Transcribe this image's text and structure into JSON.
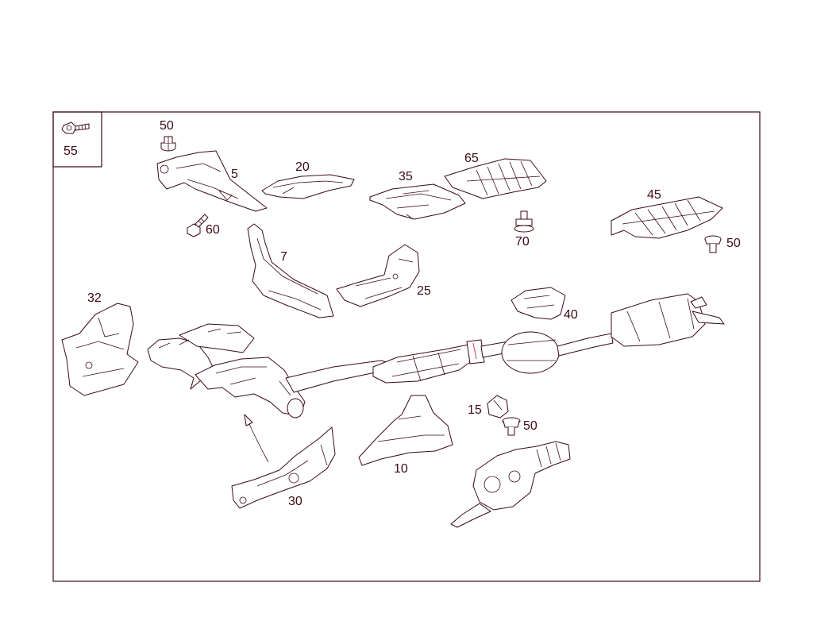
{
  "colors": {
    "line": "#3a0a12",
    "accent": "#c0102a",
    "background": "#ffffff"
  },
  "callouts": {
    "c55": "55",
    "c50a": "50",
    "c5": "5",
    "c20": "20",
    "c35": "35",
    "c65": "65",
    "c45": "45",
    "c50b": "50",
    "c60": "60",
    "c70": "70",
    "c7": "7",
    "c25": "25",
    "c40": "40",
    "c32": "32",
    "c15": "15",
    "c50c": "50",
    "c10": "10",
    "c30": "30"
  }
}
